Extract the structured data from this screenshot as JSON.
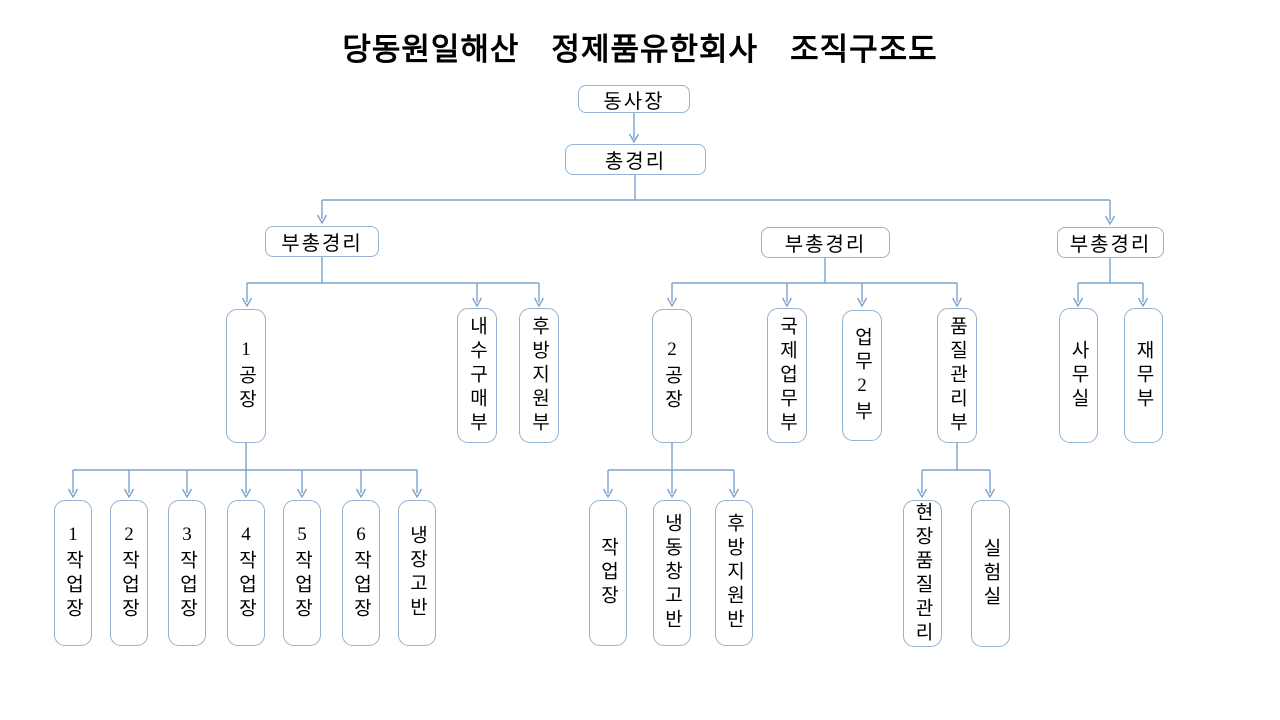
{
  "colors": {
    "line": "#7ba3cd",
    "border": "#95b3d2",
    "text": "#000000",
    "background": "#ffffff"
  },
  "org": {
    "title": "당동원일해산　정제품유한회사　조직구조도",
    "root": {
      "label": "동사장"
    },
    "general_manager": {
      "label": "총경리"
    },
    "deputies": [
      {
        "label": "부총경리",
        "departments": [
          {
            "label": "1공장",
            "children": [
              {
                "label": "1작업장"
              },
              {
                "label": "2작업장"
              },
              {
                "label": "3작업장"
              },
              {
                "label": "4작업장"
              },
              {
                "label": "5작업장"
              },
              {
                "label": "6작업장"
              },
              {
                "label": "냉장고반"
              }
            ]
          },
          {
            "label": "내수구매부"
          },
          {
            "label": "후방지원부"
          }
        ]
      },
      {
        "label": "부총경리",
        "departments": [
          {
            "label": "2공장",
            "children": [
              {
                "label": "작업장"
              },
              {
                "label": "냉동창고반"
              },
              {
                "label": "후방지원반"
              }
            ]
          },
          {
            "label": "국제업무부"
          },
          {
            "label": "업무2부"
          },
          {
            "label": "품질관리부",
            "children": [
              {
                "label": "현장품질관리"
              },
              {
                "label": "실험실"
              }
            ]
          }
        ]
      },
      {
        "label": "부총경리",
        "departments": [
          {
            "label": "사무실"
          },
          {
            "label": "재무부"
          }
        ]
      }
    ]
  }
}
